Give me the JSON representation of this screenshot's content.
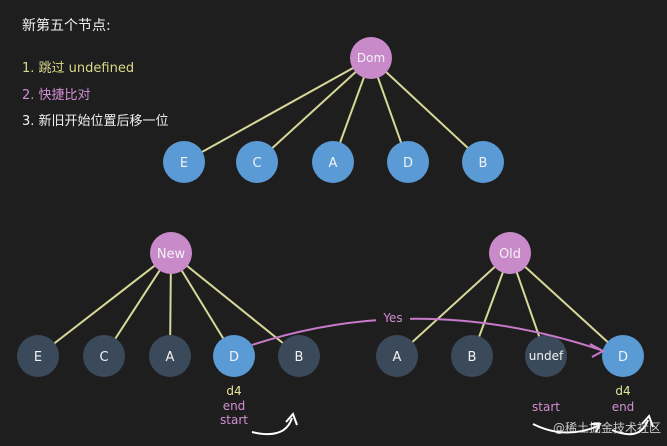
{
  "heading": "新第五个节点:",
  "steps": [
    {
      "text": "1. 跳过 undefined",
      "color": "#d9d98a"
    },
    {
      "text": "2. 快捷比对",
      "color": "#d18fd3"
    },
    {
      "text": "3. 新旧开始位置后移一位",
      "color": "#f0f0f0"
    }
  ],
  "colors": {
    "background": "#1e1e1e",
    "root": "#c98ac9",
    "active_node": "#5b9bd5",
    "inactive_node": "#3b4a5a",
    "edge": "#d7d79a",
    "yes_arrow": "#c77ac9",
    "note_yellow": "#e6e69a",
    "note_purple": "#d18fd3",
    "curl": "#ffffff"
  },
  "dom_tree": {
    "root": "Dom",
    "children": [
      "E",
      "C",
      "A",
      "D",
      "B"
    ]
  },
  "new_tree": {
    "root": "New",
    "children": [
      "E",
      "C",
      "A",
      "D",
      "B"
    ],
    "active": [
      false,
      false,
      false,
      true,
      false
    ],
    "notes": [
      "d4",
      "end",
      "start"
    ]
  },
  "old_tree": {
    "root": "Old",
    "children": [
      "A",
      "B",
      "undef",
      "D"
    ],
    "active": [
      false,
      false,
      false,
      true
    ],
    "notes_start": "start",
    "notes_d": [
      "d4",
      "end"
    ]
  },
  "yes_label": "Yes",
  "watermark": "@稀土掘金技术社区"
}
